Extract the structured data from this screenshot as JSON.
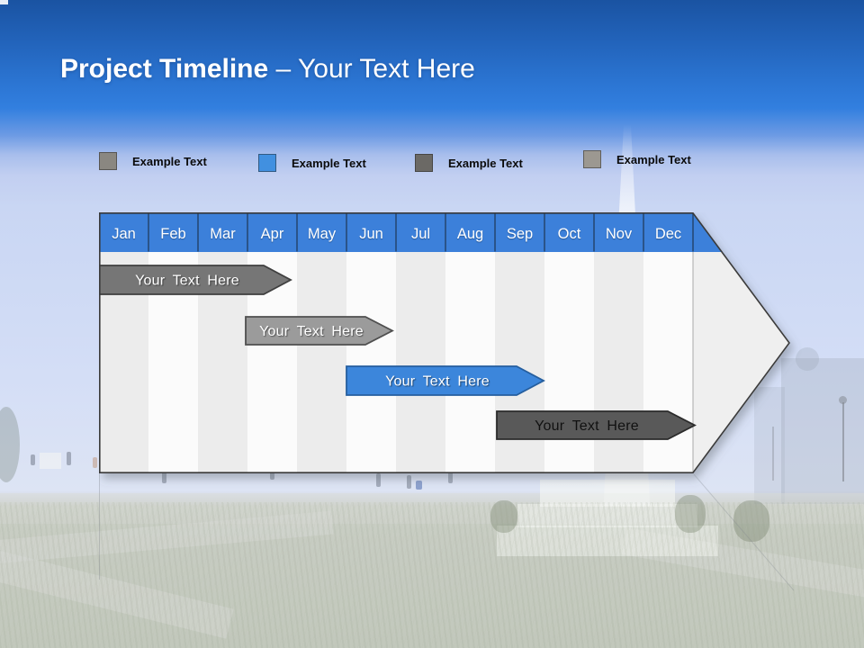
{
  "slide": {
    "title_bold": "Project Timeline",
    "title_rest": "– Your Text Here"
  },
  "legend": {
    "items": [
      {
        "label": "Example Text",
        "color": "#8A8781"
      },
      {
        "label": "Example Text",
        "color": "#4190E0"
      },
      {
        "label": "Example Text",
        "color": "#6B6965"
      },
      {
        "label": "Example Text",
        "color": "#9C9891"
      }
    ]
  },
  "timeline": {
    "months": [
      "Jan",
      "Feb",
      "Mar",
      "Apr",
      "May",
      "Jun",
      "Jul",
      "Aug",
      "Sep",
      "Oct",
      "Nov",
      "Dec"
    ],
    "header_color": "#3C80DA",
    "bars": [
      {
        "label": "Your Text Here",
        "color": "#767676",
        "text_color": "#FFFFFF",
        "start": "Jan",
        "end": "mid-Apr"
      },
      {
        "label": "Your Text Here",
        "color": "#9B9B9B",
        "text_color": "#FFFFFF",
        "start": "Apr",
        "end": "mid-Jun"
      },
      {
        "label": "Your Text Here",
        "color": "#3C86DB",
        "text_color": "#FFFFFF",
        "start": "Jun",
        "end": "Oct"
      },
      {
        "label": "Your Text Here",
        "color": "#595959",
        "text_color": "#111111",
        "start": "Sep",
        "end": "Dec"
      }
    ]
  }
}
